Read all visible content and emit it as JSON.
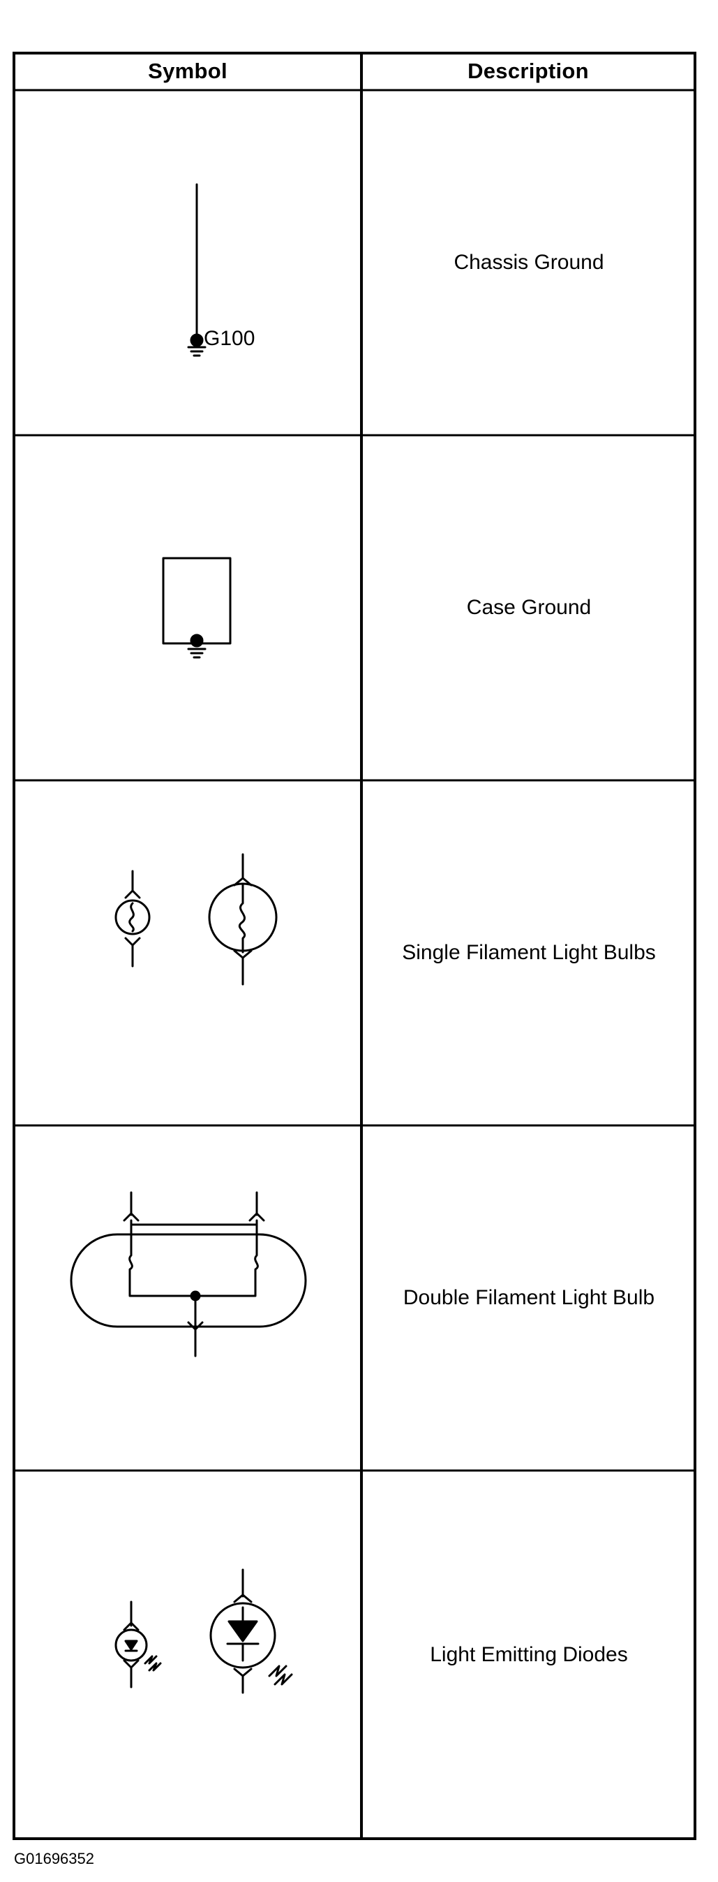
{
  "table": {
    "headers": {
      "symbol": "Symbol",
      "description": "Description"
    },
    "rows": [
      {
        "description": "Chassis Ground",
        "symbol_label": "G100",
        "symbol_icon": "chassis-ground-icon"
      },
      {
        "description": "Case Ground",
        "symbol_icon": "case-ground-icon"
      },
      {
        "description": "Single Filament Light Bulbs",
        "symbol_icon": "single-filament-bulb-icon"
      },
      {
        "description": "Double Filament Light Bulb",
        "symbol_icon": "double-filament-bulb-icon"
      },
      {
        "description": "Light Emitting Diodes",
        "symbol_icon": "led-icon"
      }
    ]
  },
  "figure_id": "G01696352"
}
